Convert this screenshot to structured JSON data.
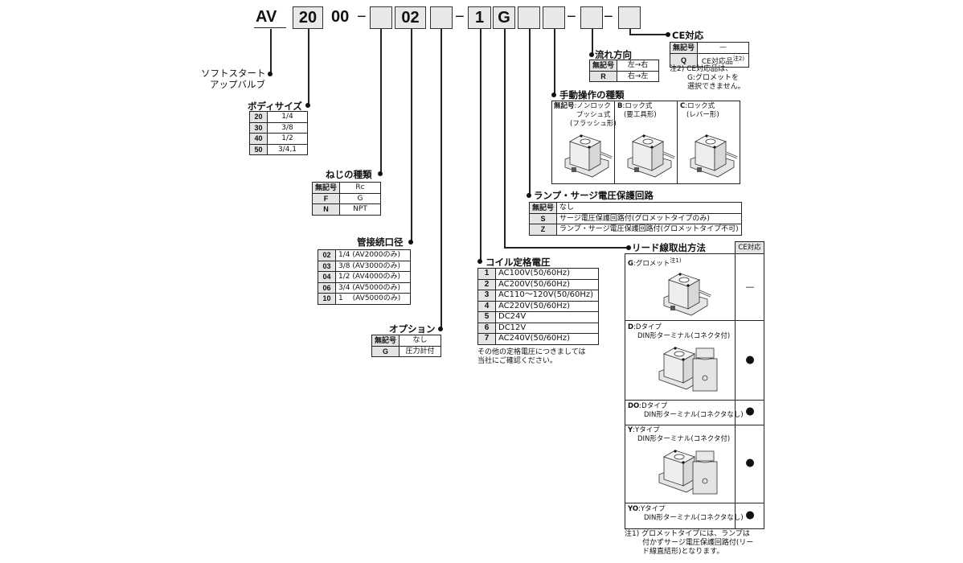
{
  "header": {
    "prefix": "AV",
    "size": "20",
    "fixed": "00",
    "dash": "−",
    "port": "02",
    "voltage": "1",
    "lead": "G"
  },
  "series": {
    "name_line1": "ソフトスタート",
    "name_line2": "アップバルブ"
  },
  "body_size": {
    "title": "ボディサイズ",
    "rows": [
      [
        "20",
        "1/4"
      ],
      [
        "30",
        "3/8"
      ],
      [
        "40",
        "1/2"
      ],
      [
        "50",
        "3/4,1"
      ]
    ]
  },
  "thread": {
    "title": "ねじの種類",
    "rows": [
      [
        "無記号",
        "Rc"
      ],
      [
        "F",
        "G"
      ],
      [
        "N",
        "NPT"
      ]
    ]
  },
  "port_size": {
    "title": "管接続口径",
    "rows": [
      [
        "02",
        "1/4 (AV2000のみ)"
      ],
      [
        "03",
        "3/8 (AV3000のみ)"
      ],
      [
        "04",
        "1/2 (AV4000のみ)"
      ],
      [
        "06",
        "3/4 (AV5000のみ)"
      ],
      [
        "10",
        "1 　(AV5000のみ)"
      ]
    ]
  },
  "option": {
    "title": "オプション",
    "rows": [
      [
        "無記号",
        "なし"
      ],
      [
        "G",
        "圧力計付"
      ]
    ]
  },
  "coil": {
    "title": "コイル定格電圧",
    "rows": [
      [
        "1",
        "AC100V(50/60Hz)"
      ],
      [
        "2",
        "AC200V(50/60Hz)"
      ],
      [
        "3",
        "AC110〜120V(50/60Hz)"
      ],
      [
        "4",
        "AC220V(50/60Hz)"
      ],
      [
        "5",
        "DC24V"
      ],
      [
        "6",
        "DC12V"
      ],
      [
        "7",
        "AC240V(50/60Hz)"
      ]
    ],
    "note_line1": "その他の定格電圧につきましては",
    "note_line2": "当社にご確認ください。"
  },
  "flow": {
    "title": "流れ方向",
    "rows": [
      [
        "無記号",
        "左→右"
      ],
      [
        "R",
        "右→左"
      ]
    ]
  },
  "ce": {
    "title": "CE対応",
    "rows": [
      [
        "無記号",
        "—"
      ],
      [
        "Q",
        "CE対応品"
      ]
    ],
    "q_note_mark": "注2)",
    "note_line1": "注2) CE対応品は、",
    "note_line2": "G:グロメットを",
    "note_line3": "選択できません。"
  },
  "manual": {
    "title": "手動操作の種類",
    "items": [
      {
        "code": "無記号",
        "label": ":ノンロック",
        "line2": "プッシュ式",
        "line3": "(フラッシュ形)"
      },
      {
        "code": "B",
        "label": ":ロック式",
        "line2": "(要工具形)"
      },
      {
        "code": "C",
        "label": ":ロック式",
        "line2": "(レバー形)"
      }
    ]
  },
  "lamp": {
    "title": "ランプ・サージ電圧保護回路",
    "rows": [
      [
        "無記号",
        "なし"
      ],
      [
        "S",
        "サージ電圧保護回路付(グロメットタイプのみ)"
      ],
      [
        "Z",
        "ランプ・サージ電圧保護回路付(グロメットタイプ不可)"
      ]
    ]
  },
  "lead": {
    "title": "リード線取出方法",
    "ce_header": "CE対応",
    "rows": [
      {
        "code": "G",
        "label": ":グロメット",
        "mark": "注1)",
        "desc": "",
        "ce": "—"
      },
      {
        "code": "D",
        "label": ":Dタイプ",
        "desc": "DIN形ターミナル(コネクタ付)",
        "ce": "●"
      },
      {
        "code": "DO",
        "label": ":Dタイプ",
        "desc": "DIN形ターミナル(コネクタなし)",
        "ce": "●"
      },
      {
        "code": "Y",
        "label": ":Yタイプ",
        "desc": "DIN形ターミナル(コネクタ付)",
        "ce": "●"
      },
      {
        "code": "YO",
        "label": ":Yタイプ",
        "desc": "DIN形ターミナル(コネクタなし)",
        "ce": "●"
      }
    ],
    "note_line1": "注1) グロメットタイプには、ランプは",
    "note_line2": "付かずサージ電圧保護回路付(リー",
    "note_line3": "ド線直結形)となります。"
  }
}
